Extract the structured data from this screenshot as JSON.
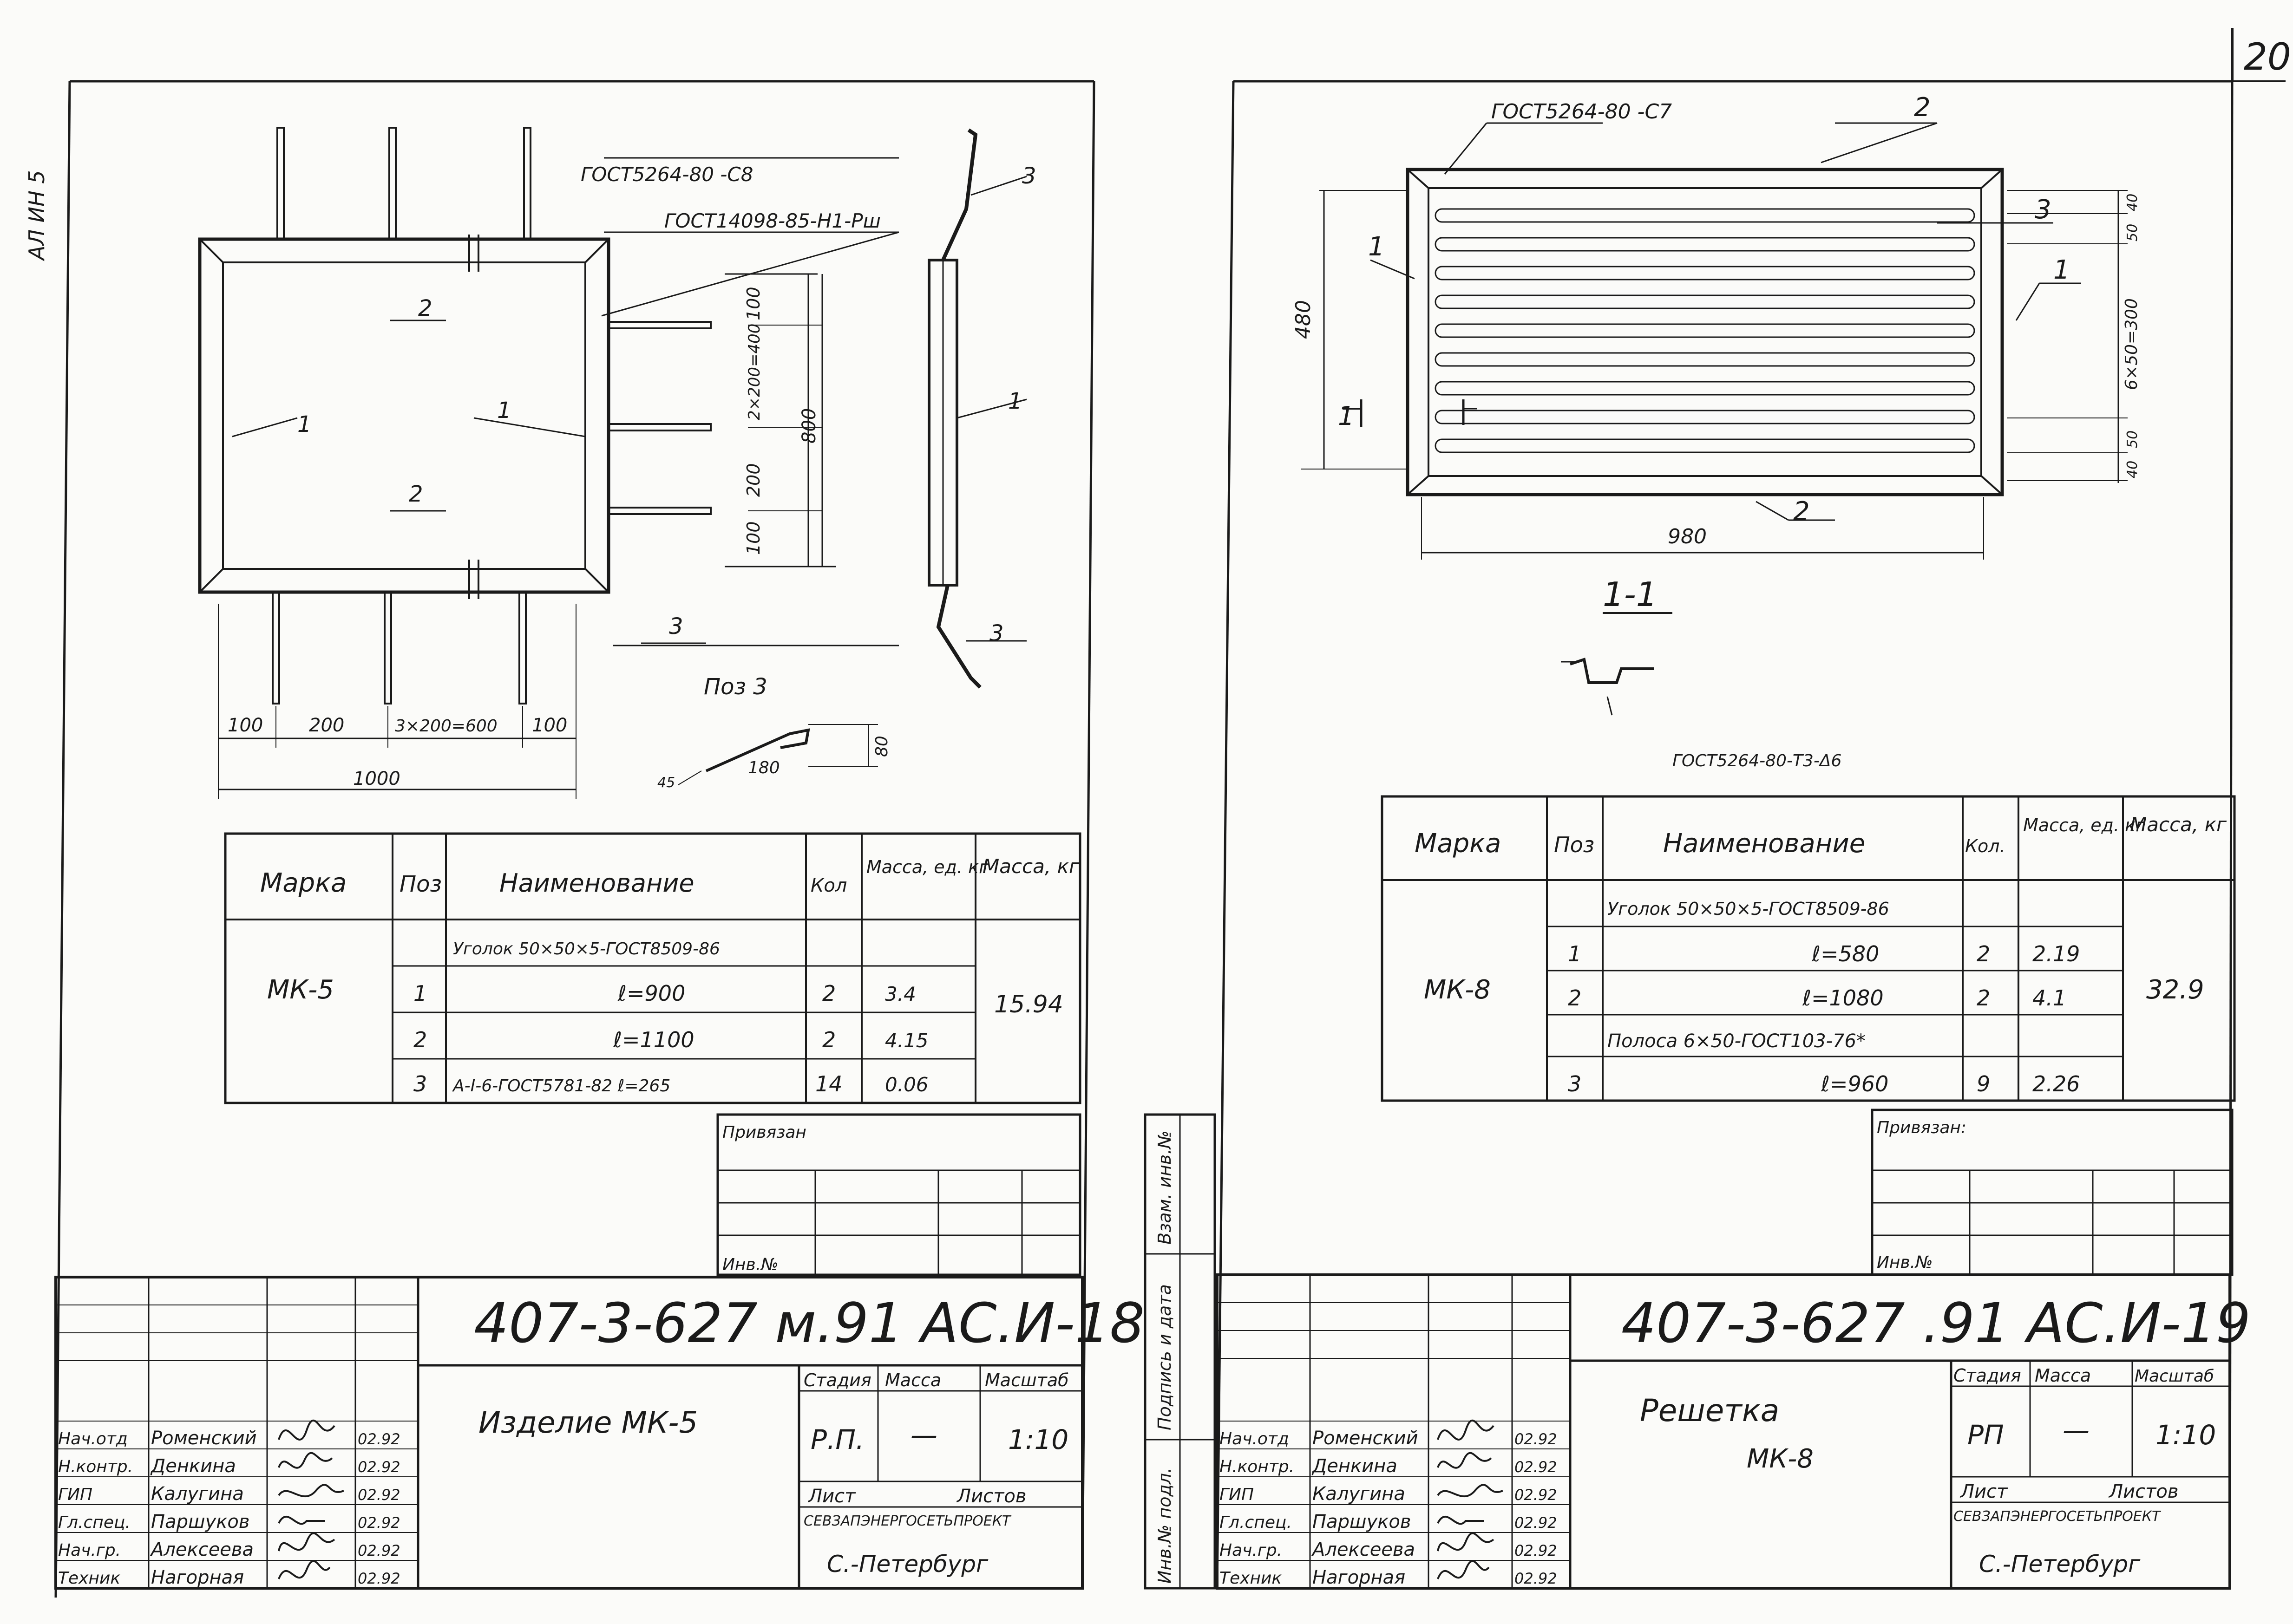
{
  "page_number": "20",
  "margin_label": "АЛ ИН 5",
  "stamp_column": [
    "Инв.№ подл.",
    "Подпись и дата",
    "Взам. инв.№"
  ],
  "left": {
    "gost_weld": "ГОСТ5264-80 -С8",
    "gost_rebar": "ГОСТ14098-85-Н1-Рш",
    "pos_labels": [
      "1",
      "1",
      "2",
      "2",
      "1",
      "3",
      "3",
      "3"
    ],
    "dims_right": [
      "100",
      "2×200=400",
      "200",
      "100",
      "800"
    ],
    "dims_bottom": [
      "100",
      "200",
      "3×200=600",
      "100",
      "1000"
    ],
    "pos3_title": "Поз 3",
    "pos3_dims": [
      "180",
      "80",
      "45"
    ],
    "table": {
      "headers": [
        "Марка",
        "Поз",
        "Наименование",
        "Кол",
        "Масса, ед. кг",
        "Масса, кг"
      ],
      "mark": "МК-5",
      "total": "15.94",
      "rows": [
        {
          "pos": "",
          "name": "Уголок 50×50×5-ГОСТ8509-86",
          "qty": "",
          "mass": ""
        },
        {
          "pos": "1",
          "name": "ℓ=900",
          "qty": "2",
          "mass": "3.4"
        },
        {
          "pos": "2",
          "name": "ℓ=1100",
          "qty": "2",
          "mass": "4.15"
        },
        {
          "pos": "3",
          "name": "А-I-6-ГОСТ5781-82  ℓ=265",
          "qty": "14",
          "mass": "0.06"
        }
      ]
    },
    "privyazan": "Привязан",
    "inv": "Инв.№",
    "doc_code": "407-3-627 м.91  АС.И-18",
    "item_title": "Изделие МК-5",
    "stage_headers": [
      "Стадия",
      "Масса",
      "Масштаб"
    ],
    "stage": "Р.П.",
    "mass": "—",
    "scale": "1:10",
    "sheet_labels": [
      "Лист",
      "Листов"
    ],
    "org": "СЕВЗАПЭНЕРГОСЕТЬПРОЕКТ",
    "city": "С.-Петербург",
    "staff": [
      {
        "role": "Нач.отд",
        "name": "Роменский",
        "date": "02.92"
      },
      {
        "role": "Н.контр.",
        "name": "Денкина",
        "date": "02.92"
      },
      {
        "role": "ГИП",
        "name": "Калугина",
        "date": "02.92"
      },
      {
        "role": "Гл.спец.",
        "name": "Паршуков",
        "date": "02.92"
      },
      {
        "role": "Нач.гр.",
        "name": "Алексеева",
        "date": "02.92"
      },
      {
        "role": "Техник",
        "name": "Нагорная",
        "date": "02.92"
      }
    ]
  },
  "right": {
    "gost_weld": "ГОСТ5264-80 -С7",
    "pos_labels": [
      "2",
      "2",
      "1",
      "1",
      "3",
      "1"
    ],
    "dims_left": "480",
    "dims_right": [
      "40",
      "50",
      "6×50=300",
      "50",
      "40"
    ],
    "dims_bottom": "980",
    "section_title": "1-1",
    "section_gost": "ГОСТ5264-80-Т3-Δ6",
    "table": {
      "headers": [
        "Марка",
        "Поз",
        "Наименование",
        "Кол.",
        "Масса, ед. кг",
        "Масса, кг"
      ],
      "mark": "МК-8",
      "total": "32.9",
      "rows": [
        {
          "pos": "",
          "name": "Уголок 50×50×5-ГОСТ8509-86",
          "qty": "",
          "mass": ""
        },
        {
          "pos": "1",
          "name": "ℓ=580",
          "qty": "2",
          "mass": "2.19"
        },
        {
          "pos": "2",
          "name": "ℓ=1080",
          "qty": "2",
          "mass": "4.1"
        },
        {
          "pos": "",
          "name": "Полоса 6×50-ГОСТ103-76*",
          "qty": "",
          "mass": ""
        },
        {
          "pos": "3",
          "name": "ℓ=960",
          "qty": "9",
          "mass": "2.26"
        }
      ]
    },
    "privyazan": "Привязан:",
    "inv": "Инв.№",
    "doc_code": "407-3-627 .91  АС.И-19",
    "item_title_1": "Решетка",
    "item_title_2": "МК-8",
    "stage_headers": [
      "Стадия",
      "Масса",
      "Масштаб"
    ],
    "stage": "РП",
    "mass": "—",
    "scale": "1:10",
    "sheet_labels": [
      "Лист",
      "Листов"
    ],
    "org": "СЕВЗАПЭНЕРГОСЕТЬПРОЕКТ",
    "city": "С.-Петербург",
    "staff": [
      {
        "role": "Нач.отд",
        "name": "Роменский",
        "date": "02.92"
      },
      {
        "role": "Н.контр.",
        "name": "Денкина",
        "date": "02.92"
      },
      {
        "role": "ГИП",
        "name": "Калугина",
        "date": "02.92"
      },
      {
        "role": "Гл.спец.",
        "name": "Паршуков",
        "date": "02.92"
      },
      {
        "role": "Нач.гр.",
        "name": "Алексеева",
        "date": "02.92"
      },
      {
        "role": "Техник",
        "name": "Нагорная",
        "date": "02.92"
      }
    ]
  }
}
